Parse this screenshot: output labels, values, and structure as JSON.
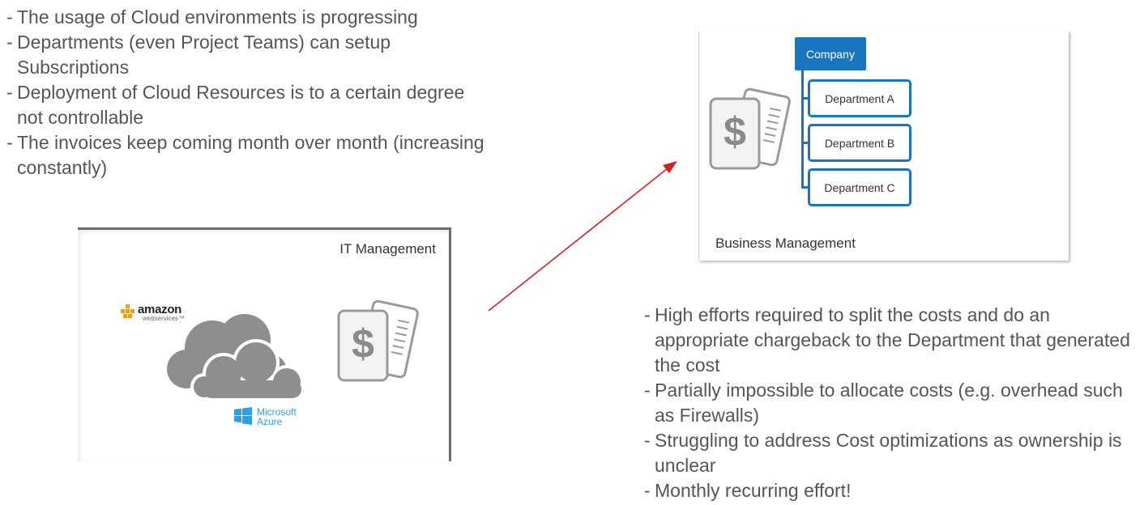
{
  "left_bullets": [
    "The usage of Cloud environments is progressing",
    "Departments (even Project Teams) can setup Subscriptions",
    "Deployment of Cloud Resources is to a certain degree not controllable",
    "The invoices keep coming month over month (increasing constantly)"
  ],
  "right_bullets": [
    "High efforts required to split the costs and do an appropriate chargeback to the Department that generated the cost",
    "Partially impossible to allocate costs (e.g. overhead such as Firewalls)",
    "Struggling to address Cost optimizations as ownership is unclear",
    "Monthly recurring effort!"
  ],
  "it_panel": {
    "label": "IT Management",
    "aws_name": "amazon",
    "aws_sub": "webservices™",
    "azure_line1": "Microsoft",
    "azure_line2": "Azure",
    "invoice_symbol": "$"
  },
  "business_panel": {
    "label": "Business Management",
    "company": "Company",
    "departments": [
      "Department A",
      "Department B",
      "Department C"
    ],
    "invoice_symbol": "$"
  },
  "colors": {
    "text": "#555555",
    "org_blue": "#1a75c0",
    "arrow_red": "#d42020",
    "cloud_gray": "#8e8e8e",
    "azure_blue": "#2f9ee8",
    "aws_orange": "#f29b1a"
  },
  "icons": {
    "invoice": "invoice-dollar-icon",
    "cloud": "cloud-icon",
    "aws": "aws-logo",
    "azure": "azure-windows-logo",
    "arrow": "arrow-icon"
  }
}
